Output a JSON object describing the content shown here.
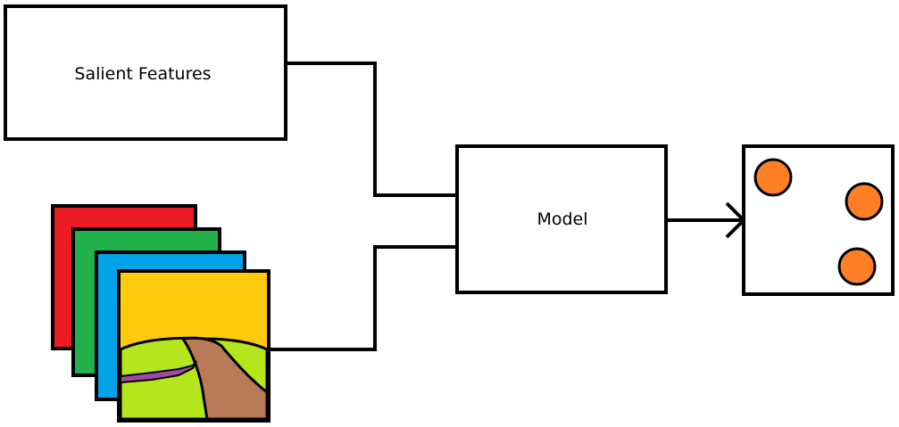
{
  "nodes": {
    "salient_features": {
      "label": "Salient Features"
    },
    "model": {
      "label": "Model"
    },
    "input_stack": {
      "layers": [
        "red",
        "green",
        "blue",
        "scene"
      ]
    },
    "output": {
      "points": 3
    }
  },
  "colors": {
    "stroke": "#000000",
    "layer_red": "#ed1c24",
    "layer_green": "#22b14c",
    "layer_blue": "#00a2e8",
    "sky": "#ffc90e",
    "grass": "#b5e61d",
    "road": "#b97a57",
    "river": "#a349a4",
    "point": "#ff7f27"
  }
}
